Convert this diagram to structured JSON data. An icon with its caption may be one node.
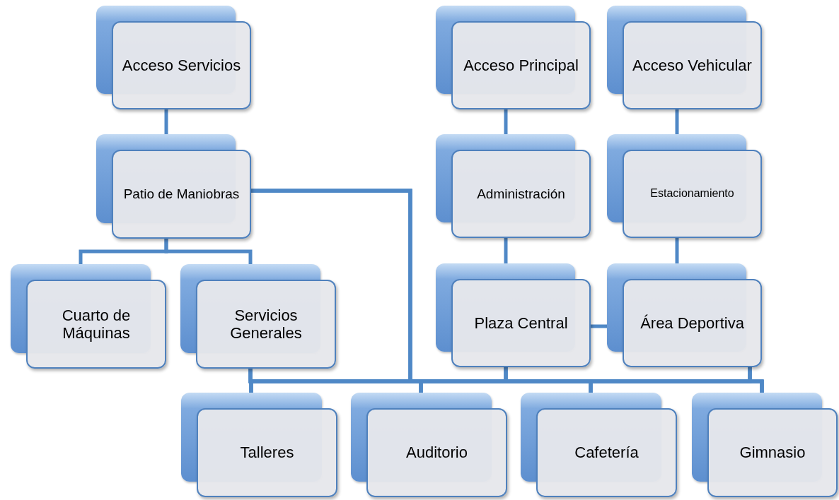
{
  "diagram": {
    "nodes": [
      {
        "text": [
          "Acceso Servicios"
        ]
      },
      {
        "text": [
          "Acceso Principal"
        ]
      },
      {
        "text": [
          "Acceso Vehicular"
        ]
      },
      {
        "text": [
          "Patio de Maniobras"
        ]
      },
      {
        "text": [
          "Administración"
        ]
      },
      {
        "text": [
          "Estacionamiento"
        ]
      },
      {
        "text": [
          "Cuarto de Máquinas"
        ]
      },
      {
        "text": [
          "Servicios Generales"
        ]
      },
      {
        "text": [
          "Plaza Central"
        ]
      },
      {
        "text": [
          "Área Deportiva"
        ]
      },
      {
        "text": [
          "Talleres"
        ]
      },
      {
        "text": [
          "Auditorio"
        ]
      },
      {
        "text": [
          "Cafetería"
        ]
      },
      {
        "text": [
          "Gimnasio"
        ]
      }
    ],
    "edges": [
      {
        "from": 0,
        "to": 3,
        "arrow": "none"
      },
      {
        "from": 1,
        "to": 4,
        "arrow": "none"
      },
      {
        "from": 2,
        "to": 5,
        "arrow": "none"
      },
      {
        "from": 3,
        "to": 6,
        "arrow": "none"
      },
      {
        "from": 3,
        "to": 7,
        "arrow": "none"
      },
      {
        "from": 4,
        "to": 8,
        "arrow": "none"
      },
      {
        "from": 5,
        "to": 9,
        "arrow": "none"
      },
      {
        "from": 8,
        "to": 9,
        "arrow": "none"
      },
      {
        "from": 7,
        "to": 10,
        "arrow": "none"
      },
      {
        "from": 7,
        "to": 11,
        "arrow": "none"
      },
      {
        "from": 7,
        "to": 12,
        "arrow": "none"
      },
      {
        "from": 7,
        "to": 13,
        "arrow": "none"
      },
      {
        "from": 3,
        "to": 10,
        "arrow": "none"
      },
      {
        "from": 3,
        "to": 11,
        "arrow": "none"
      },
      {
        "from": 3,
        "to": 12,
        "arrow": "none"
      },
      {
        "from": 3,
        "to": 13,
        "arrow": "none"
      },
      {
        "from": 8,
        "to": 10,
        "arrow": "none"
      },
      {
        "from": 8,
        "to": 11,
        "arrow": "none"
      },
      {
        "from": 8,
        "to": 12,
        "arrow": "none"
      },
      {
        "from": 8,
        "to": 13,
        "arrow": "none"
      },
      {
        "from": 9,
        "to": 10,
        "arrow": "none"
      },
      {
        "from": 9,
        "to": 11,
        "arrow": "none"
      },
      {
        "from": 9,
        "to": 12,
        "arrow": "none"
      },
      {
        "from": 9,
        "to": 13,
        "arrow": "none"
      }
    ]
  }
}
